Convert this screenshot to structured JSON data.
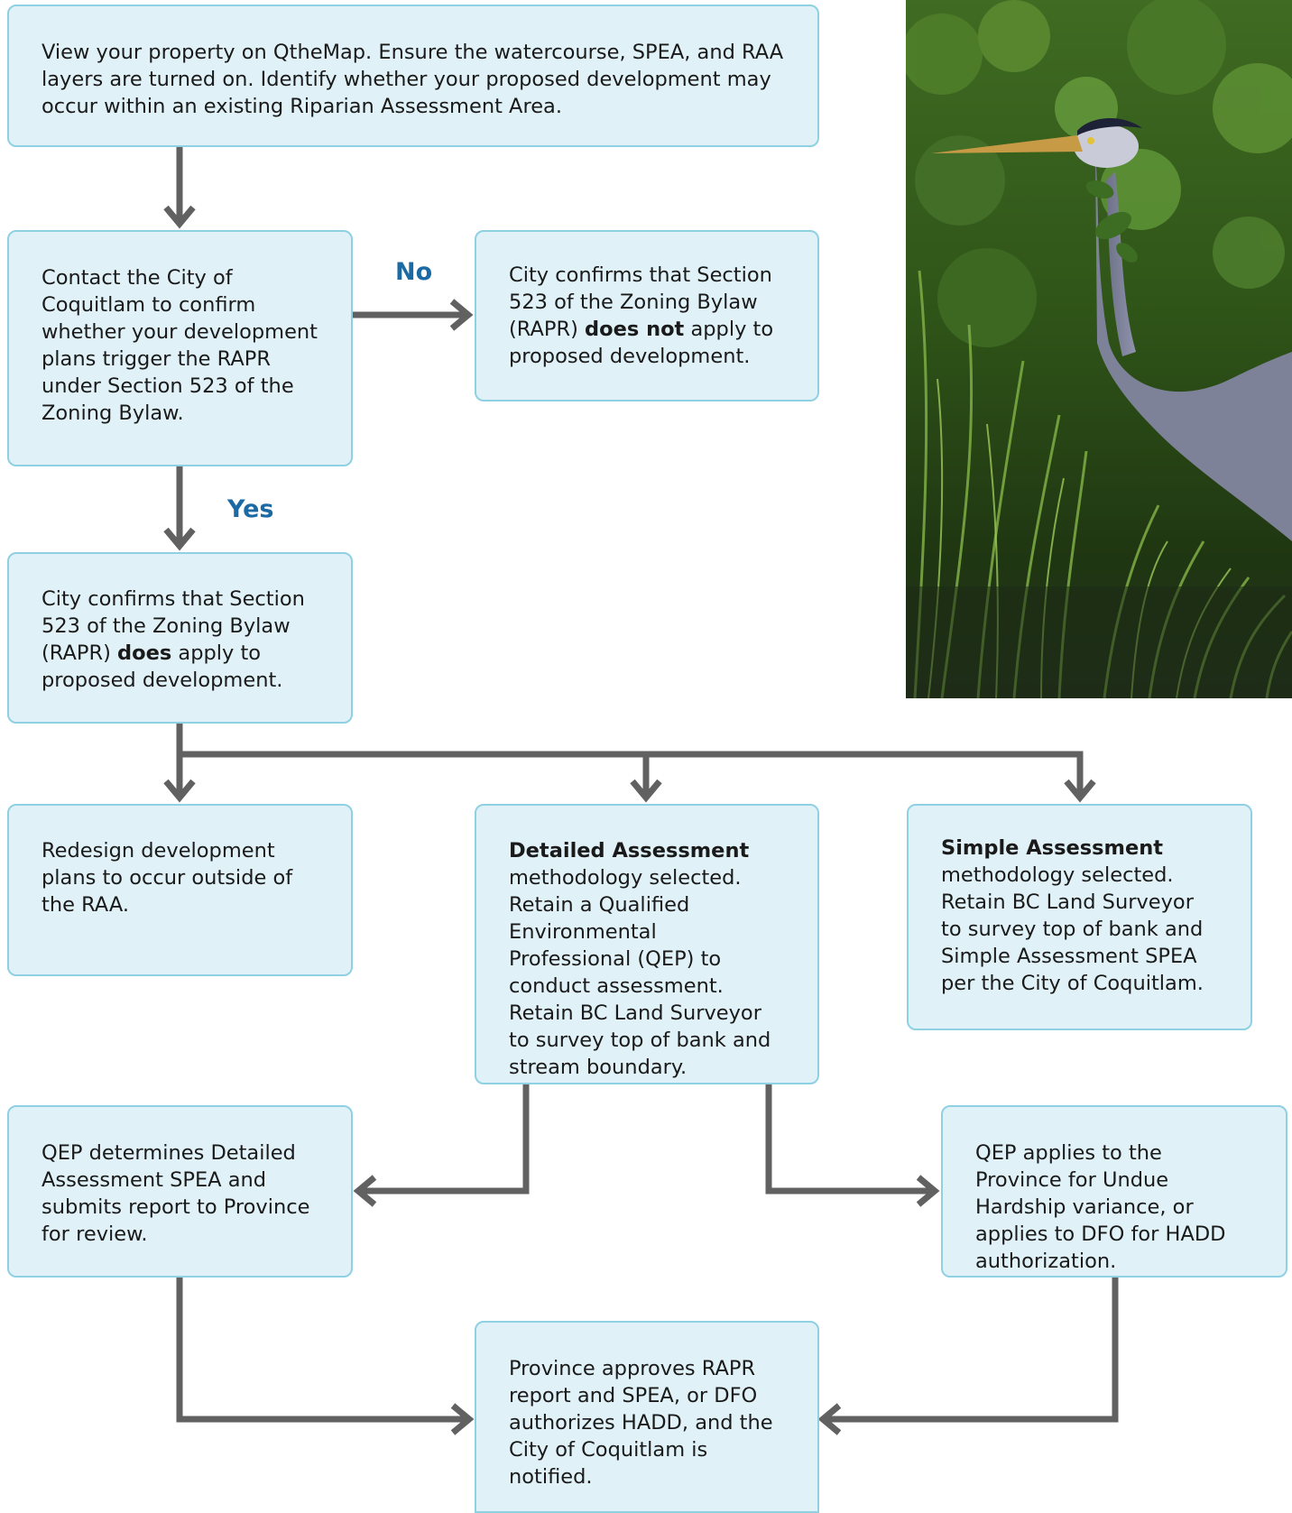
{
  "colors": {
    "box_fill": "#e0f2f8",
    "box_border": "#8fd0e3",
    "arrow": "#616161",
    "label": "#1c6aa4",
    "text": "#1a1a1a"
  },
  "labels": {
    "no": "No",
    "yes": "Yes"
  },
  "steps": {
    "view_map": "View your property on QtheMap. Ensure the watercourse, SPEA, and RAA layers are turned on. Identify whether your proposed development may occur within an existing Riparian Assessment Area.",
    "contact_city": "Contact the City of Coquitlam to confirm whether your development plans trigger the RAPR under Section 523 of the Zoning Bylaw.",
    "not_apply": {
      "before": "City confirms that Section 523 of the Zoning Bylaw (RAPR) ",
      "bold": "does not",
      "after": " apply to proposed development."
    },
    "does_apply": {
      "before": "City confirms that Section 523 of the Zoning Bylaw (RAPR) ",
      "bold": "does",
      "after": " apply to proposed development."
    },
    "redesign": "Redesign development plans to occur outside of the RAA.",
    "detailed": {
      "bold": "Detailed Assessment",
      "after": " methodology selected. Retain a Qualified Environmental Professional (QEP) to conduct assessment. Retain BC Land Surveyor to survey top of bank and stream boundary."
    },
    "simple": {
      "bold": "Simple Assessment",
      "after": " methodology selected. Retain BC Land Surveyor to survey top of bank and Simple Assessment SPEA per the City of Coquitlam."
    },
    "qep_determines": "QEP determines Detailed Assessment SPEA and submits report to Province for review.",
    "qep_applies": "QEP applies to the Province for Undue Hardship variance, or applies to DFO for HADD authorization.",
    "province_approves": "Province approves RAPR report and SPEA, or DFO authorizes HADD, and the City of Coquitlam is notified."
  }
}
